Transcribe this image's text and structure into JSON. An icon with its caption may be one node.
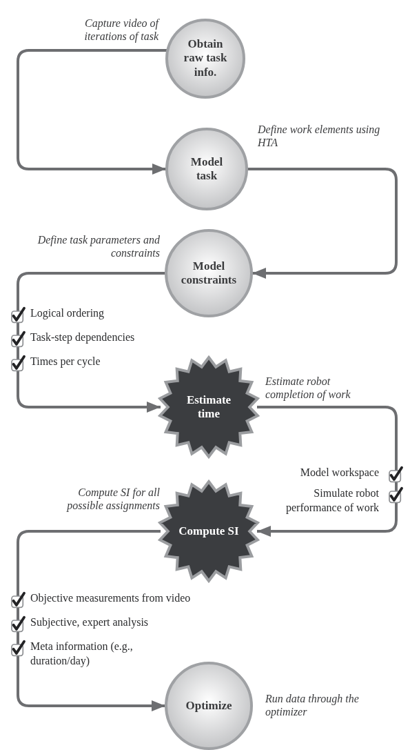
{
  "diagram": {
    "nodes": [
      {
        "text": [
          "Obtain raw task info."
        ],
        "beside": [
          "Capture video of iterations of task"
        ]
      },
      {
        "text": [
          "Model task"
        ],
        "beside": [
          "Define work elements using HTA"
        ]
      },
      {
        "text": [
          "Model constraints"
        ],
        "beside": [
          "Define task parameters and constraints"
        ]
      },
      {
        "text": [
          "Estimate time"
        ],
        "beside": [
          "Estimate robot completion of work"
        ]
      },
      {
        "text": [
          "Compute SI"
        ],
        "beside": [
          "Compute SI for all possible assignments"
        ]
      },
      {
        "text": [
          "Optimize"
        ],
        "beside": [
          "Run data through the optimizer"
        ]
      }
    ],
    "edges": [
      {
        "from": 0,
        "to": 1,
        "arrow": "to"
      },
      {
        "from": 1,
        "to": 2,
        "arrow": "to"
      },
      {
        "from": 2,
        "to": 3,
        "arrow": "to"
      },
      {
        "from": 3,
        "to": 4,
        "arrow": "to"
      },
      {
        "from": 4,
        "to": 5,
        "arrow": "to"
      }
    ],
    "labels": [
      "Logical ordering",
      "Task-step dependencies",
      "Times per cycle",
      "Model workspace",
      "Simulate robot performance of work",
      "Objective measurements from video",
      "Subjective, expert analysis",
      "Meta information (e.g., duration/day)"
    ]
  }
}
